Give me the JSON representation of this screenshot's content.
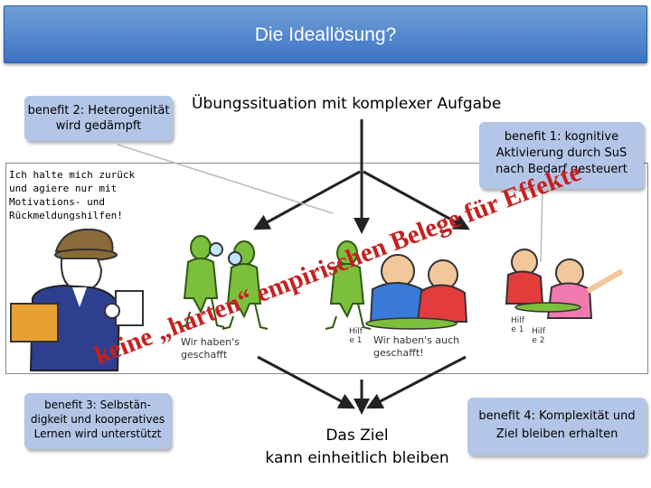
{
  "title": "Die Ideallösung?",
  "callouts": {
    "benefit2": [
      "benefit 2: Heterogenität",
      "wird gedämpft"
    ],
    "benefit1": [
      "benefit 1: kognitive",
      "Aktivierung  durch SuS",
      "nach Bedarf gesteuert"
    ],
    "benefit3": [
      "benefit 3: Selbstän-",
      "digkeit und kooperatives",
      "Lernen wird unterstützt"
    ],
    "benefit4": [
      "benefit 4: Komplexität und",
      "Ziel bleiben erhalten"
    ]
  },
  "exercise_label": "Übungssituation mit komplexer Aufgabe",
  "teacher_note": [
    "Ich halte mich zurück",
    "und agiere nur mit",
    "Motivations- und",
    "Rückmeldungshilfen!"
  ],
  "student_quotes": {
    "left": [
      "Wir haben's",
      "geschafft"
    ],
    "middle": [
      "Wir haben's auch",
      "geschafft!"
    ]
  },
  "help_labels": {
    "middle": [
      "Hilf",
      "e 1"
    ],
    "right_a": [
      "Hilf",
      "e 1"
    ],
    "right_b": [
      "Hilf",
      "e 2"
    ]
  },
  "goal": [
    "Das Ziel",
    "kann einheitlich bleiben"
  ],
  "overlay": {
    "line1": "keine „harten“ empirischen Belege für Effekte"
  },
  "colors": {
    "title_bar": "#3e73c4",
    "callout": "#b3c6e7",
    "overlay_text": "#c62020",
    "figure_green": "#7cbf3c"
  }
}
